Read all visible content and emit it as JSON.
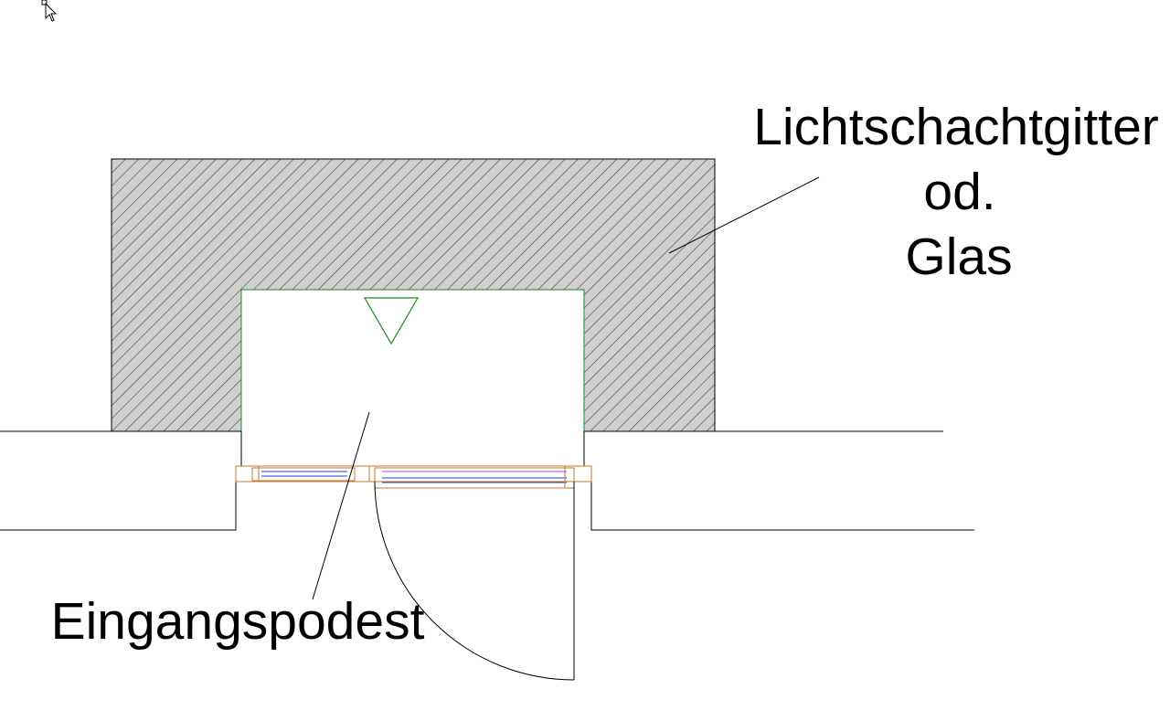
{
  "labels": {
    "grate_line1": "Lichtschachtgitter",
    "grate_line2": "od.",
    "grate_line3": "Glas",
    "landing": "Eingangspodest"
  },
  "colors": {
    "line": "#000000",
    "hatch_fill": "#cfcfcf",
    "hatch_stroke": "#3a3a3a",
    "landing_outline": "#1a8a1a",
    "door_frame": "#c47a2c",
    "glass_blue": "#2a3ad0",
    "glass_magenta": "#c23bd0"
  },
  "icons": {
    "cursor": "mouse-pointer-icon",
    "level_marker": "level-triangle-icon"
  }
}
